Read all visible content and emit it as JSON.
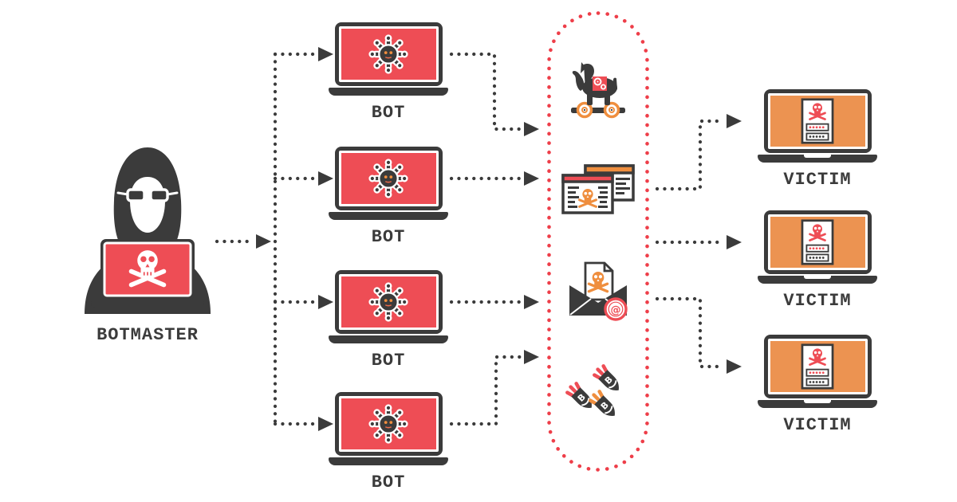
{
  "diagram": {
    "botmaster": {
      "label": "BOTMASTER"
    },
    "bots": [
      {
        "label": "BOT"
      },
      {
        "label": "BOT"
      },
      {
        "label": "BOT"
      },
      {
        "label": "BOT"
      }
    ],
    "attack_channels": {
      "items": [
        {
          "name": "trojan-horse"
        },
        {
          "name": "malicious-website"
        },
        {
          "name": "phishing-email",
          "at_symbol": "@"
        },
        {
          "name": "bombs",
          "bomb_letter": "B"
        }
      ]
    },
    "victims": [
      {
        "label": "VICTIM"
      },
      {
        "label": "VICTIM"
      },
      {
        "label": "VICTIM"
      }
    ],
    "colors": {
      "red": "#ee4d55",
      "screen_orange": "#ec9351",
      "accent_orange": "#ef8e3e",
      "dark": "#3b3b3b",
      "capsule_dot_red": "#ee3e49",
      "background": "#ffffff"
    }
  }
}
